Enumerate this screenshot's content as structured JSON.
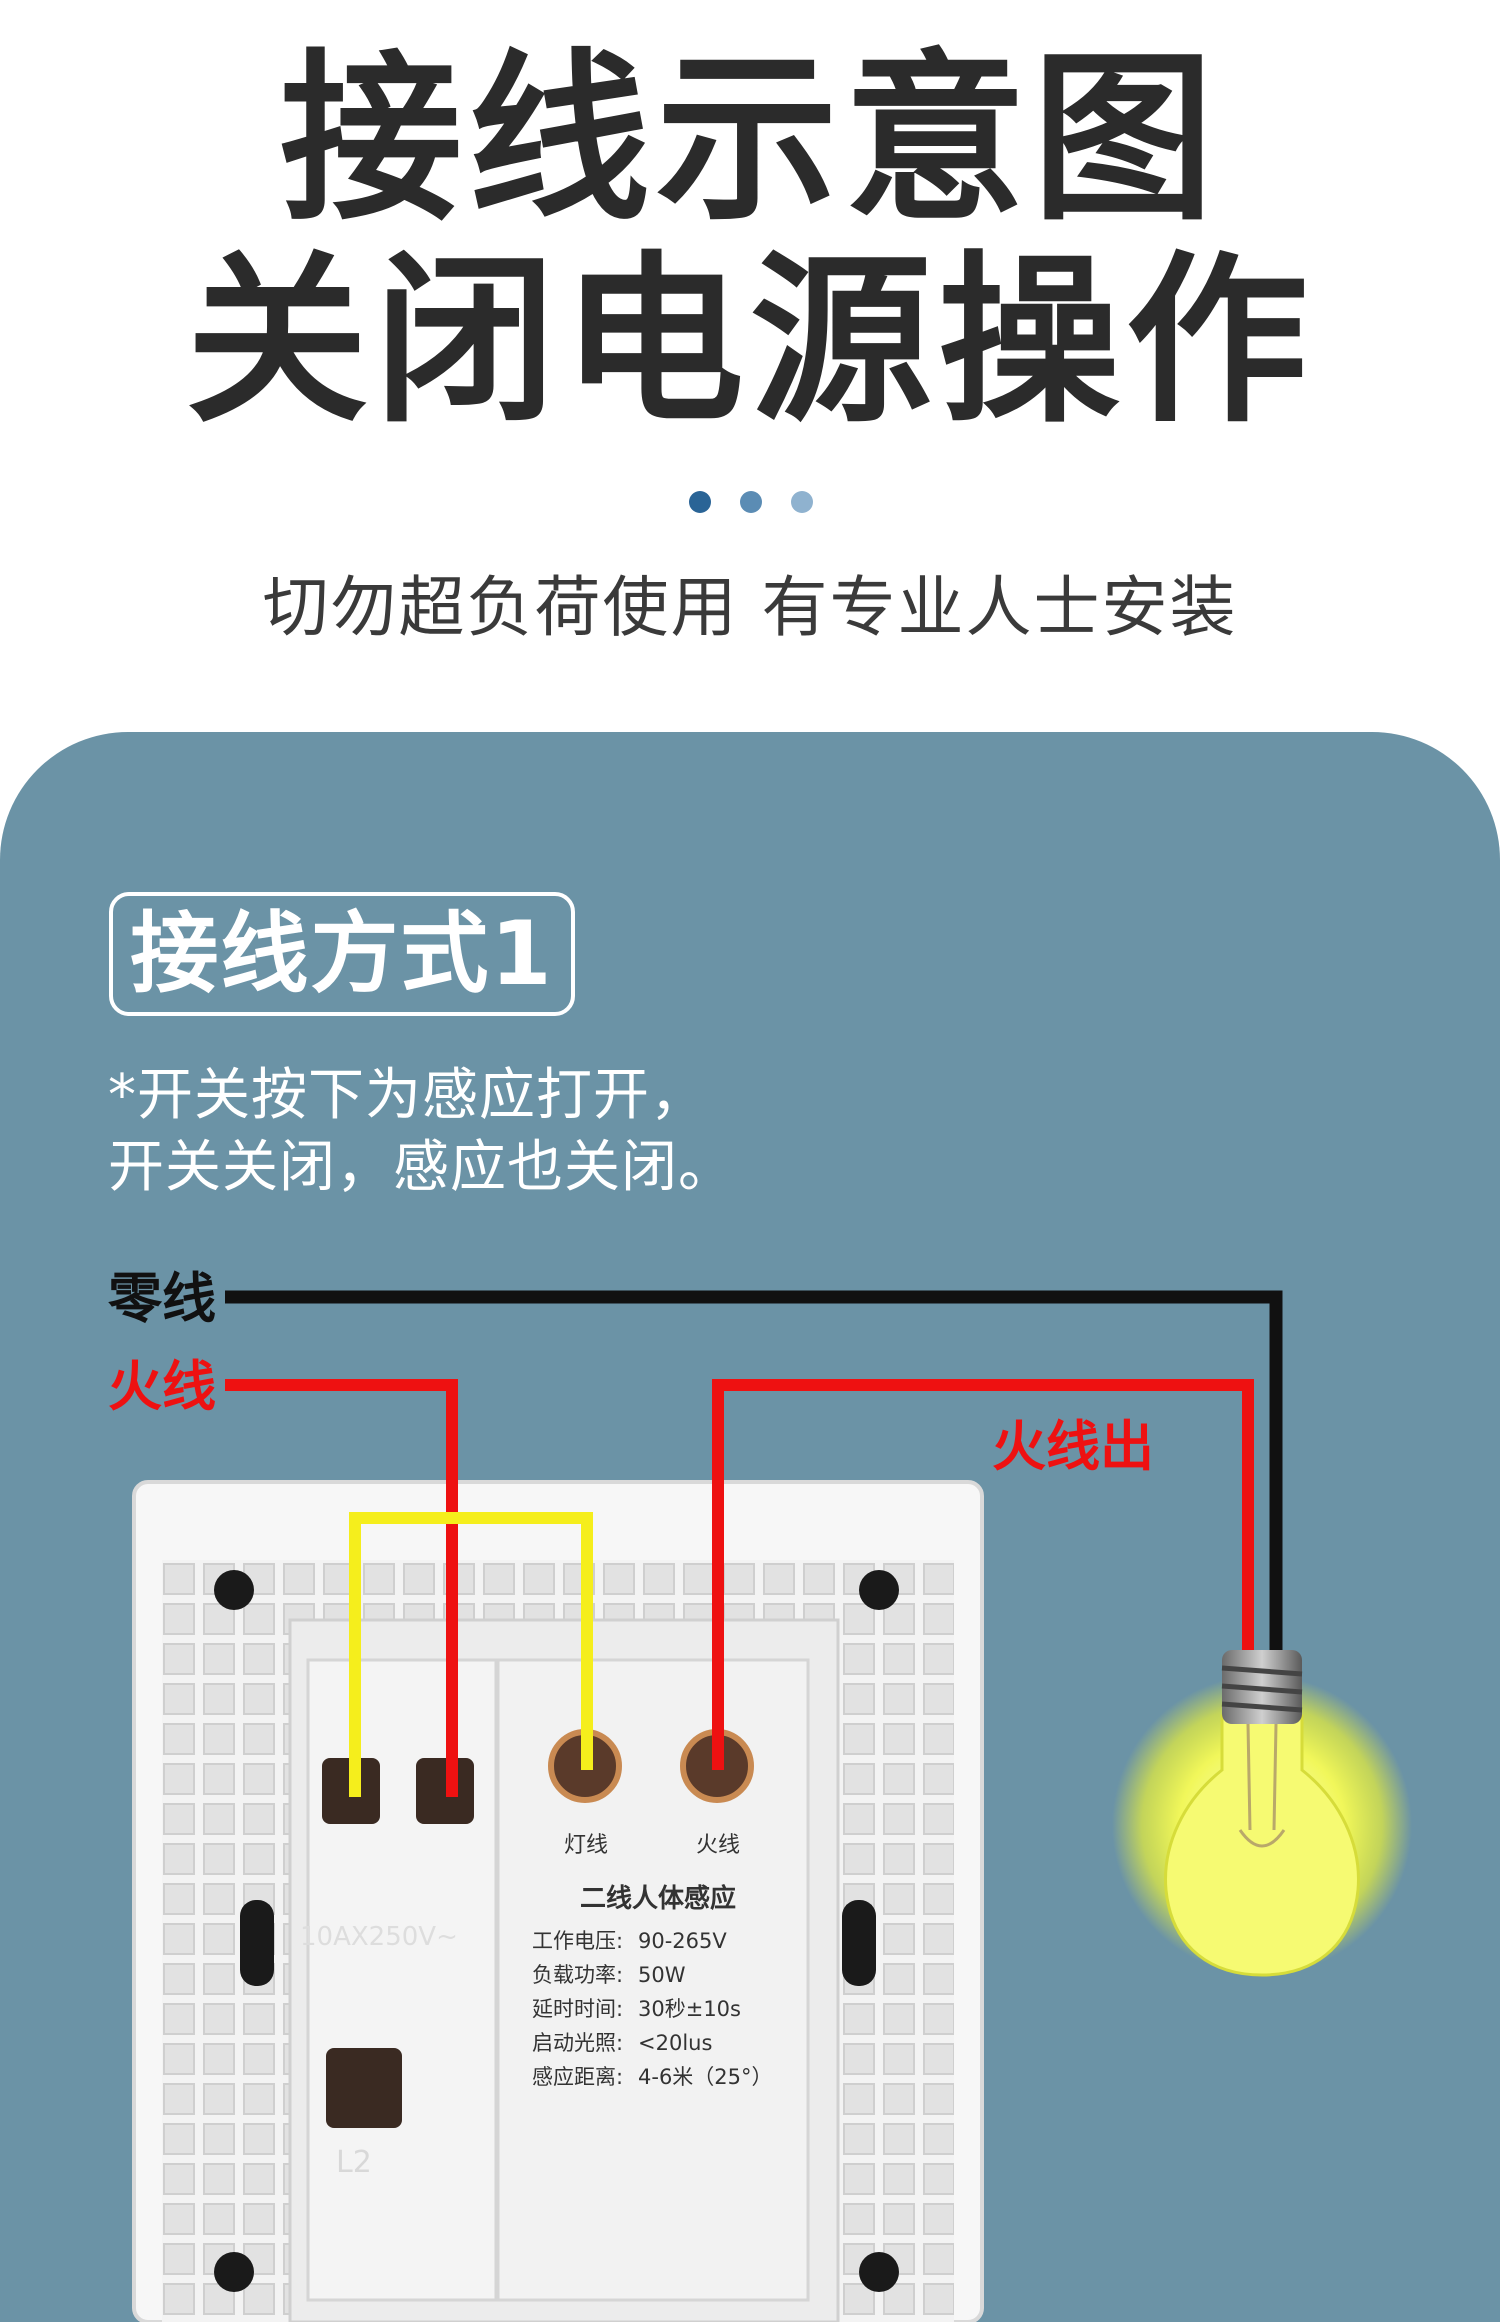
{
  "header": {
    "title_line1": "接线示意图",
    "title_line2": "关闭电源操作",
    "subtitle": "切勿超负荷使用 有专业人士安装",
    "dot_colors": [
      "#2a6496",
      "#5b8cb4",
      "#8fb2cf"
    ]
  },
  "panel": {
    "method_label": "接线方式1",
    "note_line1": "*开关按下为感应打开，",
    "note_line2": "开关关闭，感应也关闭。",
    "background_color": "#6b93a6"
  },
  "wires": {
    "neutral_label": "零线",
    "live_label": "火线",
    "live_out_label": "火线出",
    "neutral_color": "#111111",
    "live_color": "#ee1111",
    "bridge_color": "#f5ee1c"
  },
  "switch": {
    "terminal_lamp_label": "灯线",
    "terminal_live_label": "火线",
    "module_title": "二线人体感应",
    "rating_mark": "10AX250V~",
    "terminal_l2": "L2",
    "specs": [
      {
        "key": "工作电压:",
        "value": "90-265V"
      },
      {
        "key": "负载功率:",
        "value": "50W"
      },
      {
        "key": "延时时间:",
        "value": "30秒±10s"
      },
      {
        "key": "启动光照:",
        "value": "<20lus"
      },
      {
        "key": "感应距离:",
        "value": "4-6米（25°）"
      }
    ]
  },
  "icons": [
    "light-bulb-icon"
  ]
}
